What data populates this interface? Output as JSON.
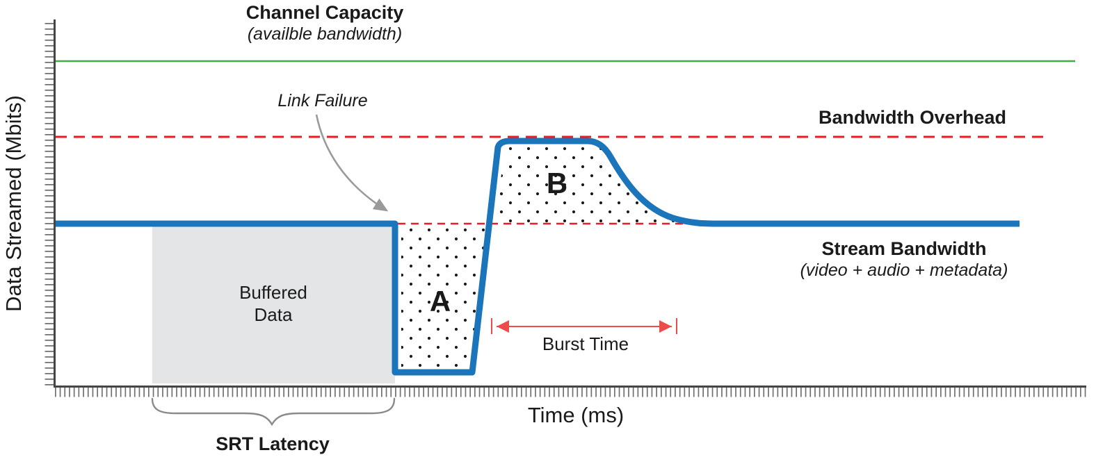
{
  "diagram": {
    "channel_capacity": {
      "title": "Channel Capacity",
      "subtitle": "(availble bandwidth)"
    },
    "bandwidth_overhead": {
      "label": "Bandwidth Overhead"
    },
    "stream_bandwidth": {
      "title": "Stream Bandwidth",
      "subtitle": "(video + audio + metadata)"
    },
    "link_failure": {
      "label": "Link Failure"
    },
    "buffered_data": {
      "line1": "Buffered",
      "line2": "Data"
    },
    "regions": {
      "a": "A",
      "b": "B"
    },
    "burst_time": {
      "label": "Burst Time"
    },
    "srt_latency": {
      "label": "SRT Latency"
    },
    "axes": {
      "x_label": "Time (ms)",
      "y_label": "Data Streamed (Mbits)"
    },
    "colors": {
      "channel_capacity_line": "#3fae49",
      "overhead_line": "#ed1c24",
      "stream_line": "#1b75bb",
      "buffered_fill": "#e4e5e7",
      "axis": "#454545",
      "tick": "#707070",
      "annotation_arrow": "#9a9a9a",
      "burst_arrow": "#ef4b4b",
      "dot": "#1a1a1a"
    }
  }
}
